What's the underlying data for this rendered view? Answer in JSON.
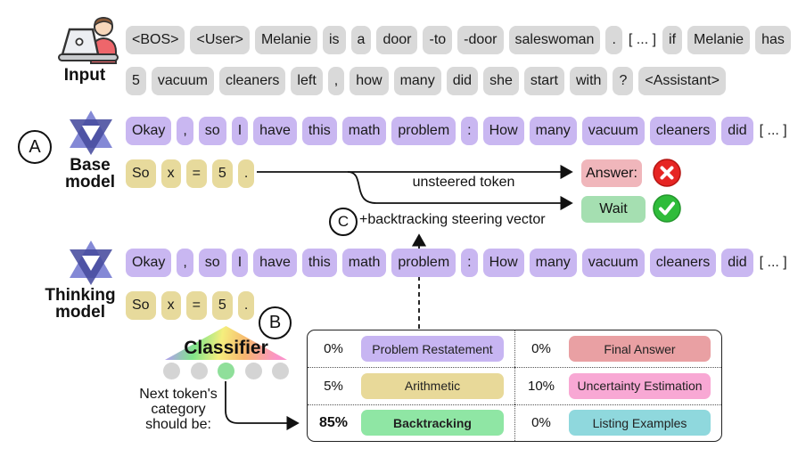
{
  "labels": {
    "input": "Input",
    "base_model": "Base\nmodel",
    "thinking_model": "Thinking\nmodel",
    "badge_a": "A",
    "badge_b": "B",
    "badge_c": "C",
    "unsteered": "unsteered token",
    "steering": "+backtracking steering vector",
    "answer_token": "Answer:",
    "wait_token": "Wait",
    "classifier": "Classifier",
    "next_token_caption": "Next token's\ncategory\nshould be:"
  },
  "rows": {
    "input1": {
      "color": "gray",
      "tokens": [
        {
          "t": "<BOS>"
        },
        {
          "t": "<User>"
        },
        {
          "t": "Melanie"
        },
        {
          "t": "is"
        },
        {
          "t": "a"
        },
        {
          "t": "door"
        },
        {
          "t": "-to"
        },
        {
          "t": "-door"
        },
        {
          "t": "saleswoman"
        },
        {
          "t": "."
        },
        {
          "t": "[ ... ]",
          "plain": true
        },
        {
          "t": "if"
        },
        {
          "t": "Melanie"
        },
        {
          "t": "has"
        }
      ]
    },
    "input2": {
      "color": "gray",
      "tokens": [
        {
          "t": "5"
        },
        {
          "t": "vacuum"
        },
        {
          "t": "cleaners"
        },
        {
          "t": "left"
        },
        {
          "t": ","
        },
        {
          "t": "how"
        },
        {
          "t": "many"
        },
        {
          "t": "did"
        },
        {
          "t": "she"
        },
        {
          "t": "start"
        },
        {
          "t": "with"
        },
        {
          "t": "?"
        },
        {
          "t": "<Assistant>"
        }
      ]
    },
    "base1": {
      "color": "purple",
      "tokens": [
        {
          "t": "Okay"
        },
        {
          "t": ","
        },
        {
          "t": "so"
        },
        {
          "t": "I"
        },
        {
          "t": "have"
        },
        {
          "t": "this"
        },
        {
          "t": "math"
        },
        {
          "t": "problem"
        },
        {
          "t": ":"
        },
        {
          "t": "How"
        },
        {
          "t": "many"
        },
        {
          "t": "vacuum"
        },
        {
          "t": "cleaners"
        },
        {
          "t": "did"
        },
        {
          "t": "[ ... ]",
          "plain": true
        }
      ]
    },
    "base2": {
      "color": "yellow",
      "tokens": [
        {
          "t": "So"
        },
        {
          "t": "x"
        },
        {
          "t": "="
        },
        {
          "t": "5"
        },
        {
          "t": "."
        }
      ]
    },
    "think1": {
      "color": "purple",
      "tokens": [
        {
          "t": "Okay"
        },
        {
          "t": ","
        },
        {
          "t": "so"
        },
        {
          "t": "I"
        },
        {
          "t": "have"
        },
        {
          "t": "this"
        },
        {
          "t": "math"
        },
        {
          "t": "problem"
        },
        {
          "t": ":"
        },
        {
          "t": "How"
        },
        {
          "t": "many"
        },
        {
          "t": "vacuum"
        },
        {
          "t": "cleaners"
        },
        {
          "t": "did"
        },
        {
          "t": "[ ... ]",
          "plain": true
        }
      ]
    },
    "think2": {
      "color": "yellow",
      "tokens": [
        {
          "t": "So"
        },
        {
          "t": "x"
        },
        {
          "t": "="
        },
        {
          "t": "5"
        },
        {
          "t": "."
        }
      ]
    }
  },
  "classifier": {
    "dots": [
      "gray",
      "gray",
      "green",
      "gray",
      "gray"
    ]
  },
  "table": {
    "left": [
      {
        "pct": "0%",
        "label": "Problem Restatement",
        "color": "#c7b5f2"
      },
      {
        "pct": "5%",
        "label": "Arithmetic",
        "color": "#e8d999"
      },
      {
        "pct": "85%",
        "label": "Backtracking",
        "color": "#8fe6a4",
        "bold": true
      }
    ],
    "right": [
      {
        "pct": "0%",
        "label": "Final Answer",
        "color": "#e9a0a3"
      },
      {
        "pct": "10%",
        "label": "Uncertainty Estimation",
        "color": "#f8a8d4"
      },
      {
        "pct": "0%",
        "label": "Listing Examples",
        "color": "#8fd8dd"
      }
    ]
  },
  "colors": {
    "token-gray": "#d9d9d9",
    "token-purple": "#c9b7f1",
    "token-yellow": "#e7da9c",
    "answer-pink": "#f0b6bb",
    "wait-green": "#a5dfb1",
    "cross-red": "#e62523",
    "check-green": "#2fbc3a"
  }
}
